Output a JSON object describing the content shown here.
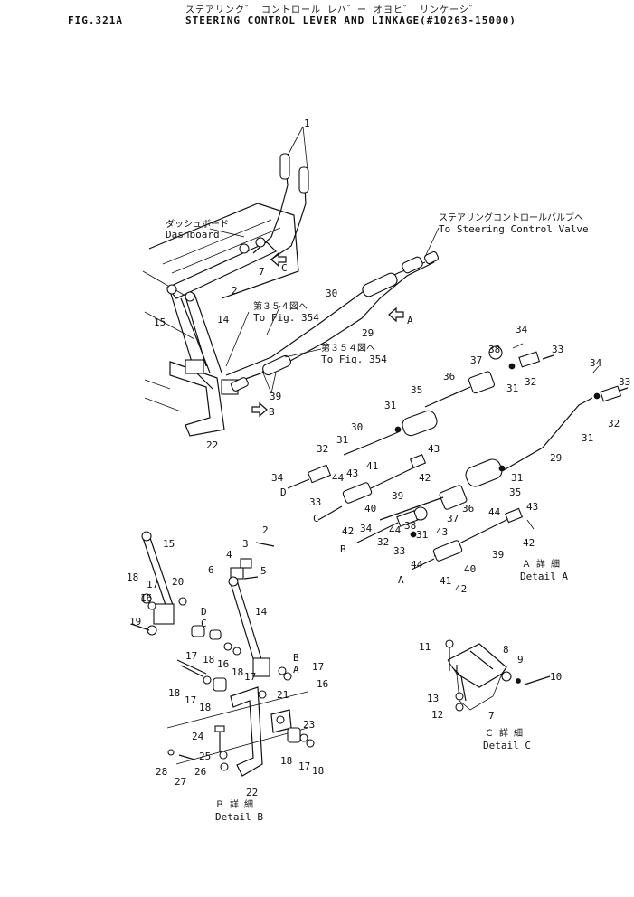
{
  "header": {
    "fig_no": "FIG.321A",
    "title_jp": "ステアリンク゛ コントロール レハ゛ー オヨヒ゛ リンケーシ゛",
    "title_en": "STEERING CONTROL LEVER AND LINKAGE(#10263-15000)"
  },
  "callouts": {
    "dashboard_jp": "ダッシュボード",
    "dashboard_en": "Dashboard",
    "valve_jp": "ステアリングコントロールバルブへ",
    "valve_en": "To Steering Control Valve",
    "fig354_jp": "第３５４図へ",
    "fig354_en": "To Fig. 354"
  },
  "details": {
    "a_jp": "Ａ 詳 細",
    "a_en": "Detail A",
    "b_jp": "Ｂ 詳 細",
    "b_en": "Detail B",
    "c_jp": "Ｃ 詳 細",
    "c_en": "Detail C"
  },
  "view_letters": {
    "a": "A",
    "b": "B",
    "c": "C",
    "d": "D"
  },
  "part_numbers": {
    "n1": "1",
    "n2": "2",
    "n3": "3",
    "n4": "4",
    "n5": "5",
    "n6": "6",
    "n7": "7",
    "n8": "8",
    "n9": "9",
    "n10": "10",
    "n11": "11",
    "n12": "12",
    "n13": "13",
    "n14": "14",
    "n15": "15",
    "n16": "16",
    "n17": "17",
    "n18": "18",
    "n19": "19",
    "n20": "20",
    "n21": "21",
    "n22": "22",
    "n23": "23",
    "n24": "24",
    "n25": "25",
    "n26": "26",
    "n27": "27",
    "n28": "28",
    "n29": "29",
    "n30": "30",
    "n31": "31",
    "n32": "32",
    "n33": "33",
    "n34": "34",
    "n35": "35",
    "n36": "36",
    "n37": "37",
    "n38": "38",
    "n39": "39",
    "n40": "40",
    "n41": "41",
    "n42": "42",
    "n43": "43",
    "n44": "44"
  }
}
